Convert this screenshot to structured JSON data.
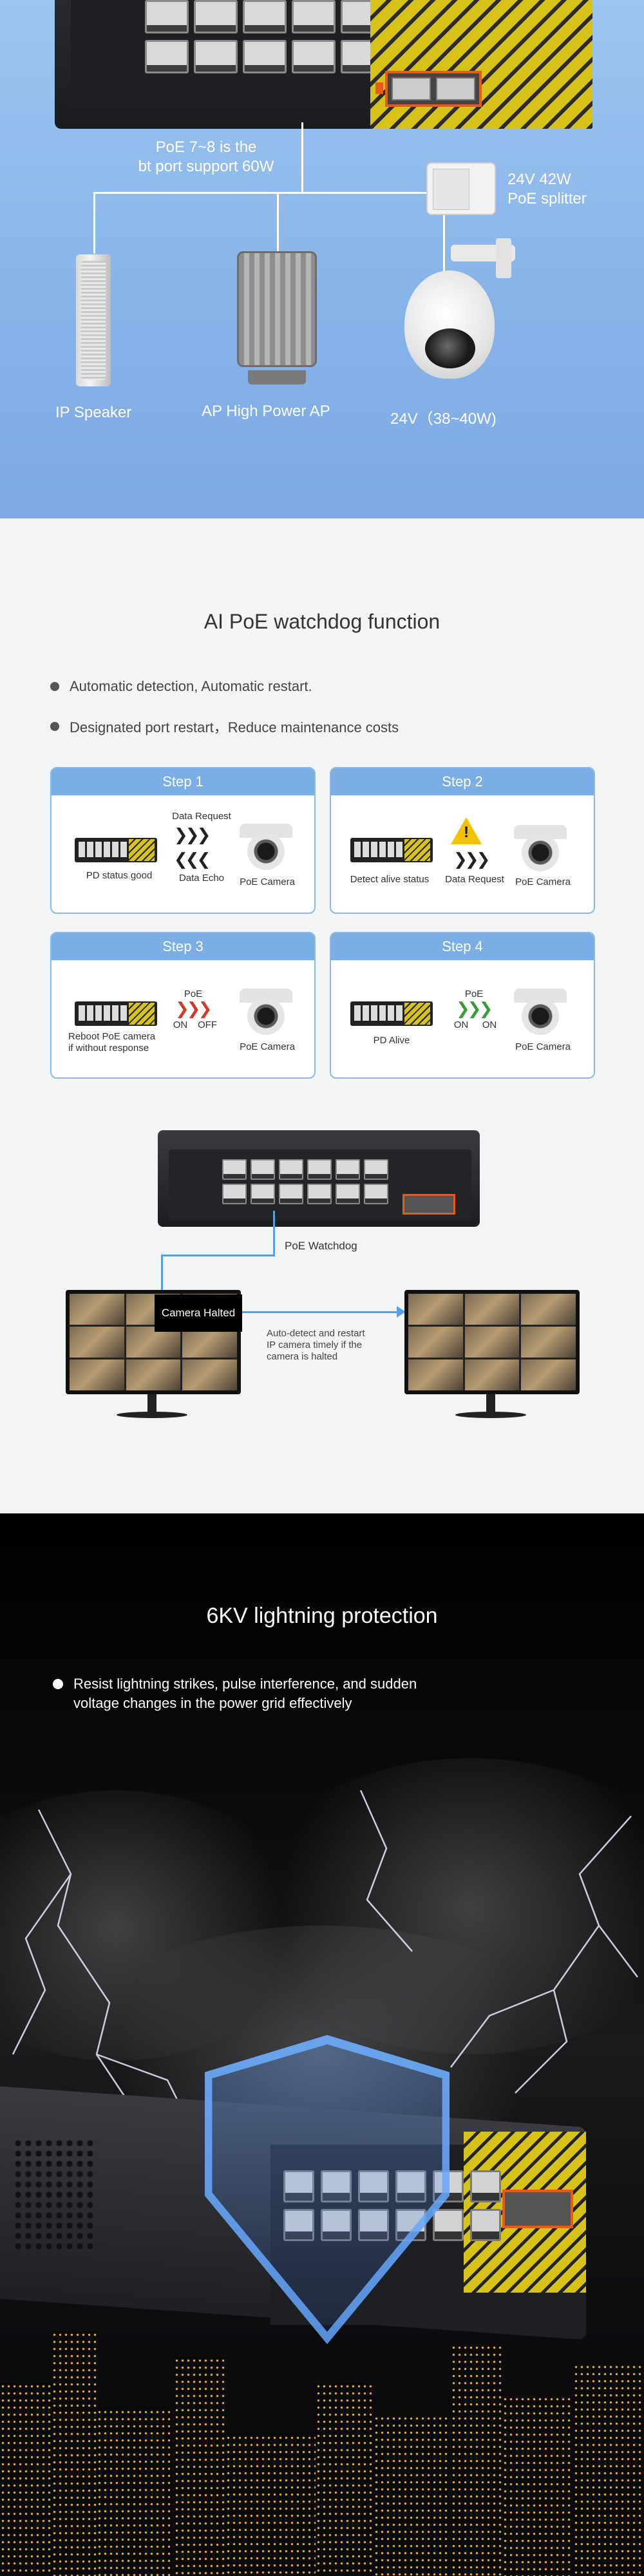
{
  "section1": {
    "poe_note": [
      "PoE 7~8 is the",
      "bt port support 60W"
    ],
    "splitter_label": [
      "24V 42W",
      "PoE splitter"
    ],
    "devices": {
      "speaker": "IP Speaker",
      "ap": "AP High Power AP",
      "camera": "24V（38~40W)"
    }
  },
  "section2": {
    "title": "AI PoE watchdog function",
    "bullets": [
      "Automatic detection, Automatic restart.",
      "Designated port restart，Reduce maintenance costs"
    ],
    "steps": [
      {
        "label": "Step 1",
        "texts": [
          "Data Request",
          "PD status good",
          "Data Echo",
          "PoE Camera"
        ]
      },
      {
        "label": "Step 2",
        "texts": [
          "Detect alive status",
          "Data Request",
          "PoE Camera"
        ]
      },
      {
        "label": "Step 3",
        "texts": [
          "PoE",
          "ON",
          "OFF",
          "Reboot PoE camera",
          "if without response",
          "PoE Camera"
        ]
      },
      {
        "label": "Step 4",
        "texts": [
          "PoE",
          "ON",
          "ON",
          "PD Alive",
          "PoE Camera"
        ]
      }
    ],
    "diagram": {
      "switch_label": "PoE Watchdog",
      "halt_label": "Camera Halted",
      "restart_note": [
        "Auto-detect and restart",
        "IP camera timely if the",
        "camera is halted"
      ]
    }
  },
  "section3": {
    "title": "6KV lightning protection",
    "bullet": [
      "Resist lightning strikes, pulse interference, and sudden",
      "voltage changes in the power grid effectively"
    ]
  },
  "colors": {
    "blue_bg": "#86b3e8",
    "step_header": "#7aaee4",
    "accent_orange": "#e65a1a",
    "accent_yellow": "#d7c21a"
  }
}
